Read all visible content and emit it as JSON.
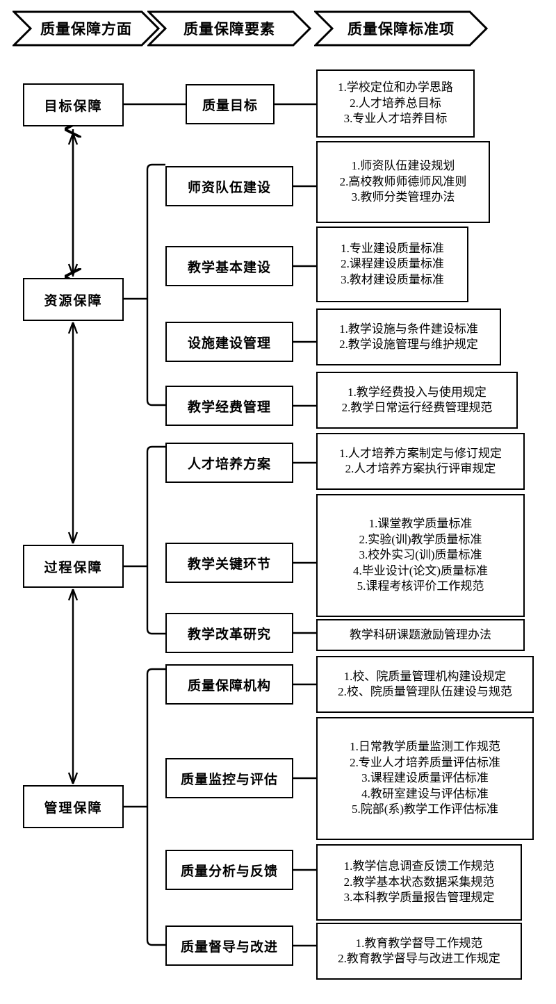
{
  "header": {
    "columns": [
      {
        "label": "质量保障方面"
      },
      {
        "label": "质量保障要素"
      },
      {
        "label": "质量保障标准项"
      }
    ]
  },
  "aspects": [
    {
      "id": "goal",
      "label": "目标保障"
    },
    {
      "id": "resource",
      "label": "资源保障"
    },
    {
      "id": "process",
      "label": "过程保障"
    },
    {
      "id": "management",
      "label": "管理保障"
    }
  ],
  "elements": [
    {
      "id": "e1",
      "label": "质量目标"
    },
    {
      "id": "e2",
      "label": "师资队伍建设"
    },
    {
      "id": "e3",
      "label": "教学基本建设"
    },
    {
      "id": "e4",
      "label": "设施建设管理"
    },
    {
      "id": "e5",
      "label": "教学经费管理"
    },
    {
      "id": "e6",
      "label": "人才培养方案"
    },
    {
      "id": "e7",
      "label": "教学关键环节"
    },
    {
      "id": "e8",
      "label": "教学改革研究"
    },
    {
      "id": "e9",
      "label": "质量保障机构"
    },
    {
      "id": "e10",
      "label": "质量监控与评估"
    },
    {
      "id": "e11",
      "label": "质量分析与反馈"
    },
    {
      "id": "e12",
      "label": "质量督导与改进"
    }
  ],
  "standards": {
    "s1": {
      "items": [
        "1.学校定位和办学思路",
        "2.人才培养总目标",
        "3.专业人才培养目标"
      ]
    },
    "s2": {
      "items": [
        "1.师资队伍建设规划",
        "2.高校教师师德师风准则",
        "3.教师分类管理办法"
      ]
    },
    "s3": {
      "items": [
        "1.专业建设质量标准",
        "2.课程建设质量标准",
        "3.教材建设质量标准"
      ]
    },
    "s4": {
      "items": [
        "1.教学设施与条件建设标准",
        "2.教学设施管理与维护规定"
      ]
    },
    "s5": {
      "items": [
        "1.教学经费投入与使用规定",
        "2.教学日常运行经费管理规范"
      ]
    },
    "s6": {
      "items": [
        "1.人才培养方案制定与修订规定",
        "2.人才培养方案执行评审规定"
      ]
    },
    "s7": {
      "items": [
        "1.课堂教学质量标准",
        "2.实验(训)教学质量标准",
        "3.校外实习(训)质量标准",
        "4.毕业设计(论文)质量标准",
        "5.课程考核评价工作规范"
      ]
    },
    "s8": {
      "items": [
        "教学科研课题激励管理办法"
      ]
    },
    "s9": {
      "items": [
        "1.校、院质量管理机构建设规定",
        "2.校、院质量管理队伍建设与规范"
      ]
    },
    "s10": {
      "items": [
        "1.日常教学质量监测工作规范",
        "2.专业人才培养质量评估标准",
        "3.课程建设质量评估标准",
        "4.教研室建设与评估标准",
        "5.院部(系)教学工作评估标准"
      ]
    },
    "s11": {
      "items": [
        "1.教学信息调查反馈工作规范",
        "2.教学基本状态数据采集规范",
        "3.本科教学质量报告管理规定"
      ]
    },
    "s12": {
      "items": [
        "1.教育教学督导工作规范",
        "2.教育教学督导与改进工作规定"
      ]
    }
  },
  "colors": {
    "stroke": "#000000",
    "background": "#ffffff"
  }
}
